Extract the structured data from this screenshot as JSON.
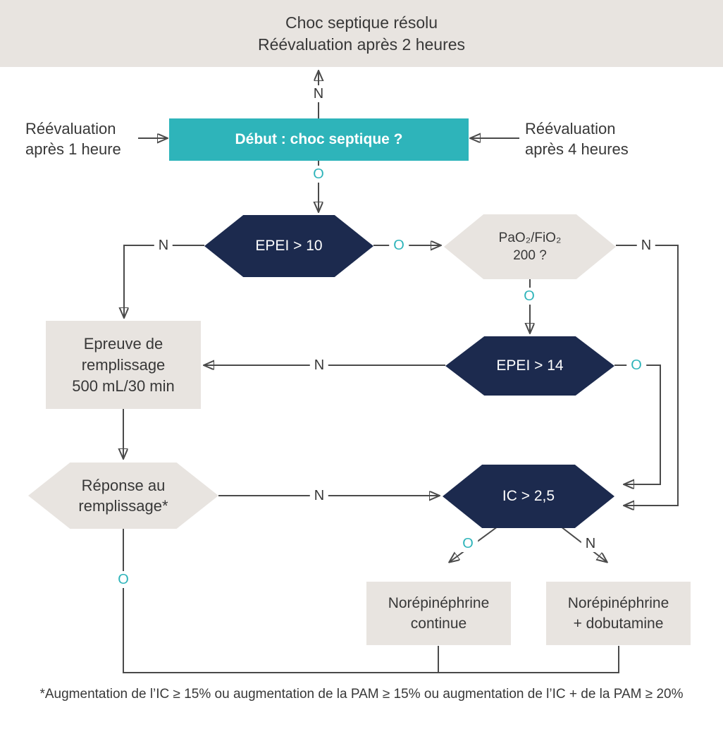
{
  "colors": {
    "teal": "#2EB4BA",
    "navy": "#1C2A4E",
    "light_gray": "#E8E4E0",
    "arrow_gray": "#4A4A4A",
    "text_dark": "#383838"
  },
  "banner": {
    "line1": "Choc septique résolu",
    "line2": "Réévaluation après 2 heures"
  },
  "branch_labels": {
    "yes": "O",
    "no": "N"
  },
  "nodes": {
    "start": {
      "label": "Début : choc septique ?"
    },
    "reeval_1h": {
      "line1": "Réévaluation",
      "line2": "après 1 heure"
    },
    "reeval_4h": {
      "line1": "Réévaluation",
      "line2": "après 4 heures"
    },
    "epei_10": {
      "label": "EPEI > 10"
    },
    "pao2_fio2": {
      "line1": "PaO₂/FiO₂",
      "line2": "200 ?"
    },
    "epei_14": {
      "label": "EPEI > 14"
    },
    "epreuve": {
      "line1": "Epreuve de",
      "line2": "remplissage",
      "line3": "500 mL/30 min"
    },
    "reponse": {
      "line1": "Réponse au",
      "line2": "remplissage*"
    },
    "ic_25": {
      "label": "IC > 2,5"
    },
    "norepinephrine_continue": {
      "line1": "Norépinéphrine",
      "line2": "continue"
    },
    "norepinephrine_dobutamine": {
      "line1": "Norépinéphrine",
      "line2": "+ dobutamine"
    }
  },
  "footnote": "*Augmentation de l’IC ≥ 15% ou augmentation de la PAM ≥ 15% ou augmentation de l’IC + de la PAM ≥ 20%"
}
